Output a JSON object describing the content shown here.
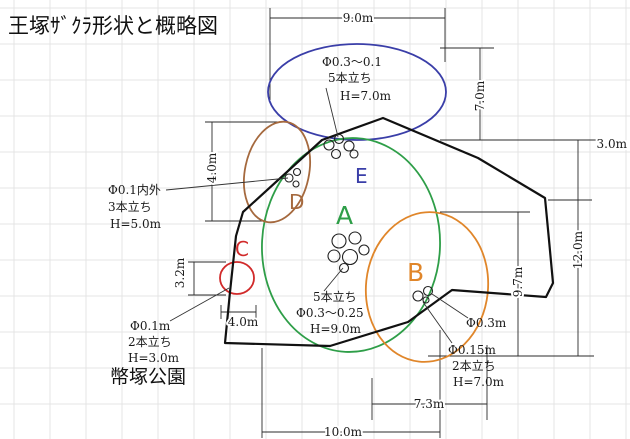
{
  "title": "王塚ｻﾞｸﾗ形状と概略図",
  "park_name": "幣塚公園",
  "colors": {
    "outline": "#111111",
    "grid": "#e4e4e4"
  },
  "trees": {
    "E": {
      "label": "E",
      "color": "#3a3ea8",
      "notes": [
        "Φ0.3～0.1",
        "5本立ち",
        "H=7.0m"
      ]
    },
    "D": {
      "label": "D",
      "color": "#a5693e",
      "notes": [
        "Φ0.1内外",
        "3本立ち",
        "H=5.0m"
      ]
    },
    "A": {
      "label": "A",
      "color": "#2e9e48",
      "notes": [
        "5本立ち",
        "Φ0.3～0.25",
        "H=9.0m"
      ]
    },
    "B": {
      "label": "B",
      "color": "#e0862a",
      "trunk_note": "Φ0.3m",
      "notes": [
        "Φ0.15m",
        "2本立ち",
        "H=7.0m"
      ]
    },
    "C": {
      "label": "C",
      "color": "#d12a2a",
      "notes": [
        "Φ0.1m",
        "2本立ち",
        "H=3.0m"
      ]
    }
  },
  "dimensions": {
    "top": "9.0m",
    "upper_right": "7.0m",
    "far_right": "3.0m",
    "right_outer": "12.0m",
    "right_inner": "9.7m",
    "left_upper": "4.0m",
    "left_lower": "3.2m",
    "lower_left": "4.0m",
    "bottom_inner": "7.3m",
    "bottom_outer": "10.0m"
  }
}
